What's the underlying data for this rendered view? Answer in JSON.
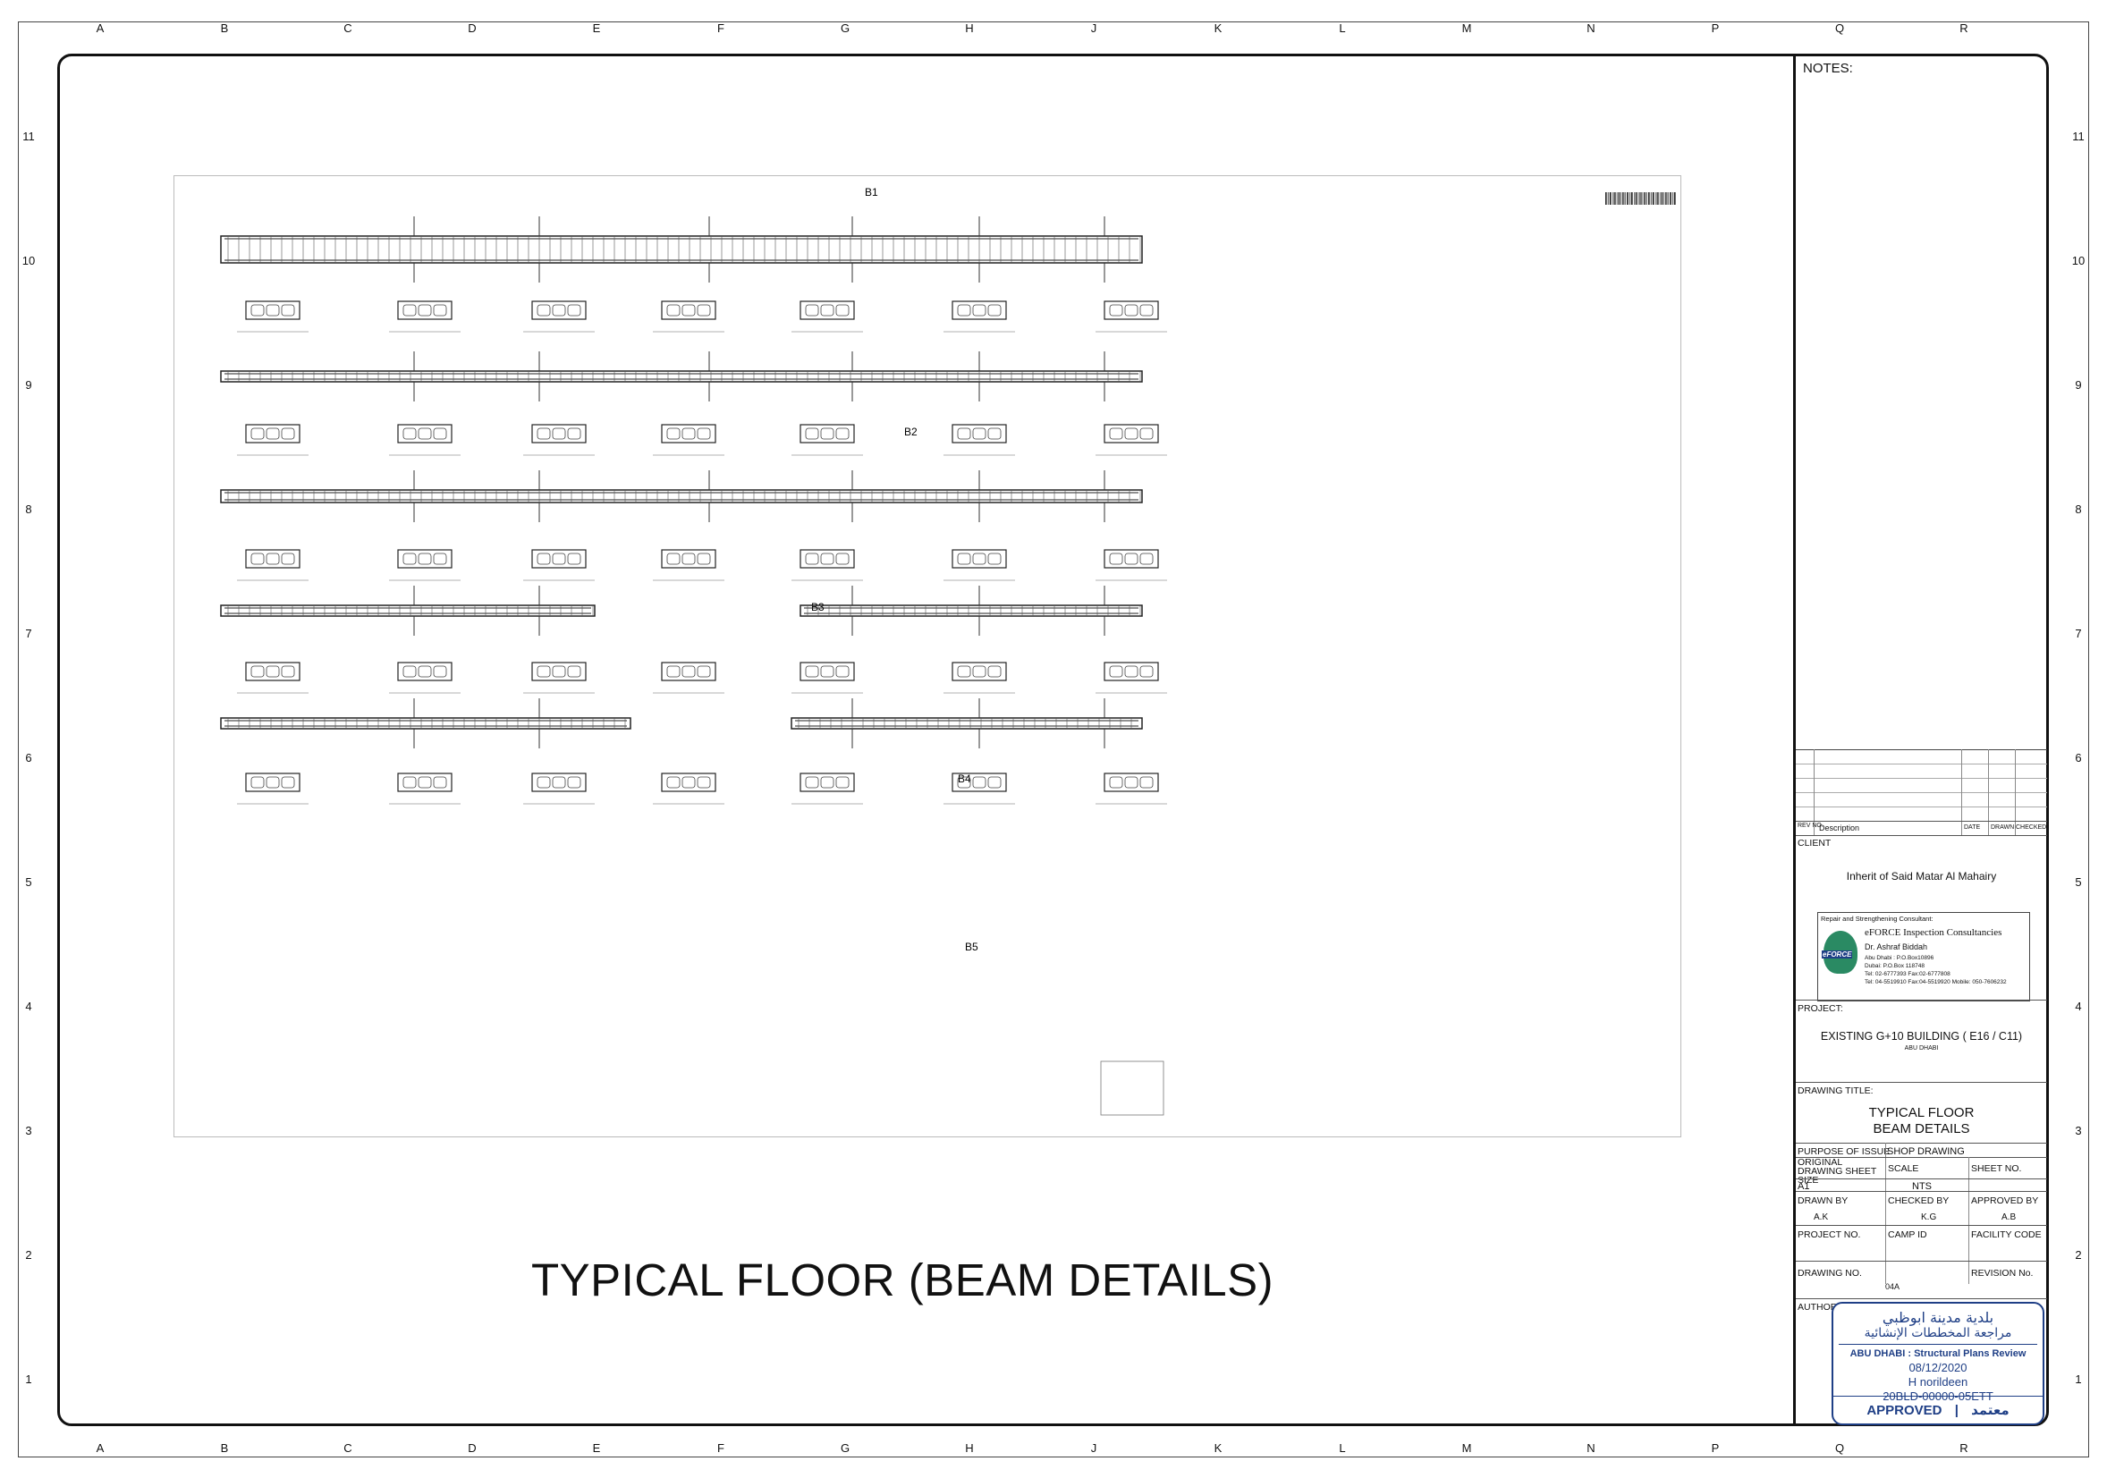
{
  "grid": {
    "letters": [
      "A",
      "B",
      "C",
      "D",
      "E",
      "F",
      "G",
      "H",
      "J",
      "K",
      "L",
      "M",
      "N",
      "P",
      "Q",
      "R"
    ],
    "numbers": [
      "11",
      "10",
      "9",
      "8",
      "7",
      "6",
      "5",
      "4",
      "3",
      "2",
      "1"
    ]
  },
  "notes_label": "NOTES:",
  "drawing": {
    "main_title": "TYPICAL FLOOR (BEAM DETAILS)",
    "beam_labels": [
      "B1",
      "B2",
      "B3",
      "B4",
      "B5"
    ]
  },
  "title_block": {
    "rev_headers": {
      "rev": "REV NO.",
      "description": "Description",
      "date": "DATE",
      "drawn": "DRAWN",
      "checked": "CHECKED"
    },
    "client_label": "CLIENT",
    "client_name": "Inherit of Said Matar Al Mahairy",
    "consultant": {
      "heading": "Repair and Strengthening Consultant:",
      "company": "eFORCE Inspection Consultancies",
      "person": "Dr. Ashraf Biddah",
      "address1": "Abu Dhabi : P.O.Box10896",
      "address2": "Dubai: P.O.Box 118748",
      "phone1": "Tel: 02-6777393  Fax:02-6777808",
      "phone2": "Tel: 04-5519910  Fax:04-5519920   Mobile: 050-7606232",
      "logo_text": "eFORCE"
    },
    "project_label": "PROJECT:",
    "project_name": "EXISTING G+10 BUILDING ( E16 / C11)",
    "project_city": "ABU DHABI",
    "drawing_title_label": "DRAWING TITLE:",
    "drawing_title_line1": "TYPICAL FLOOR",
    "drawing_title_line2": "BEAM DETAILS",
    "purpose_label": "PURPOSE OF ISSUE",
    "purpose_value": "SHOP DRAWING",
    "sheet_size_label": "ORIGINAL DRAWING SHEET SIZE",
    "scale_label": "SCALE",
    "sheet_no_label": "SHEET NO.",
    "sheet_size_value": "A1",
    "scale_value": "NTS",
    "drawn_by_label": "DRAWN BY",
    "checked_by_label": "CHECKED BY",
    "approved_by_label": "APPROVED BY",
    "drawn_by_value": "A.K",
    "checked_by_value": "K.G",
    "approved_by_value": "A.B",
    "project_no_label": "PROJECT NO.",
    "camp_id_label": "CAMP ID",
    "facility_code_label": "FACILITY CODE",
    "drawing_no_label": "DRAWING NO.",
    "revision_no_label": "REVISION No.",
    "drawing_no_value": "04A",
    "authorities_label": "AUTHORITIES APPROVAL"
  },
  "stamp": {
    "arabic_line1": "بلدية مدينة ابوظبي",
    "arabic_line2": "مراجعة المخططات الإنشائية",
    "review": "ABU DHABI : Structural Plans Review",
    "date": "08/12/2020",
    "reviewer": "H norildeen",
    "ref": "20BLD-00000-05ETT",
    "status": "APPROVED",
    "status_ar": "معتمد",
    "color": "#1f3f86"
  }
}
